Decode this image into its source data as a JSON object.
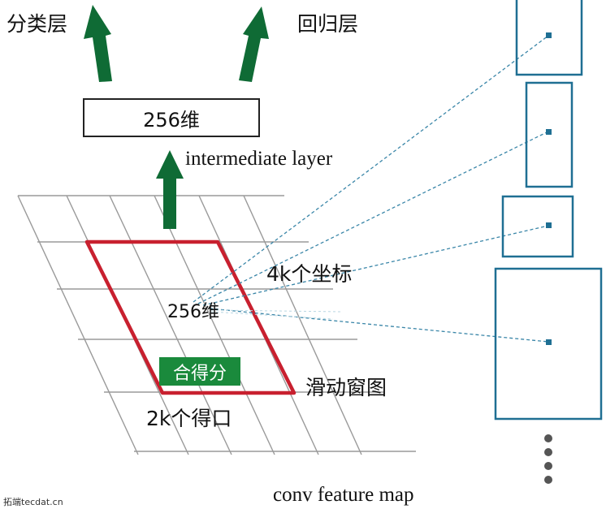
{
  "labels": {
    "classification_layer": "分类层",
    "regression_layer": "回归层",
    "box_256": "256维",
    "intermediate_layer": "intermediate layer",
    "coords_4k": "4k个坐标",
    "center_256": "256维",
    "scores_badge": "合得分",
    "sliding_window": "滑动窗图",
    "scores_2k": "2k个得口",
    "feature_map": "conv feature map",
    "watermark": "拓端tecdat.cn"
  },
  "colors": {
    "arrow": "#0f6b35",
    "window": "#c8202f",
    "anchor": "#1f6f93",
    "grid": "#9a9a9a",
    "badge": "#1a8a3c"
  },
  "icons": {
    "vertical_dots": "ellipsis-vertical-icon"
  }
}
